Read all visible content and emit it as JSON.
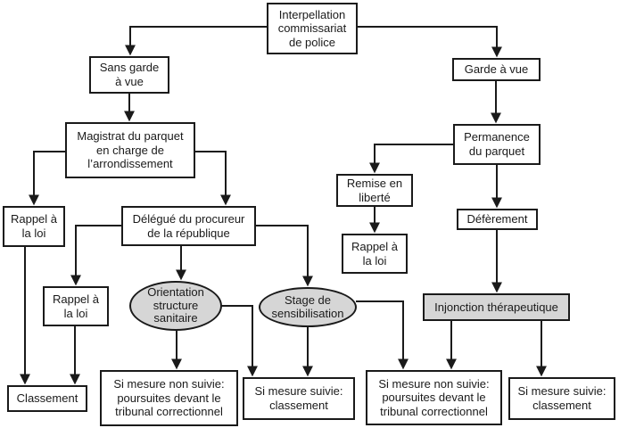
{
  "diagram": {
    "colors": {
      "border": "#1a1a1a",
      "gray_fill": "#d6d6d6",
      "background": "#ffffff"
    },
    "nodes": {
      "interpellation": {
        "label": "Interpellation\ncommissariat\nde police",
        "shape": "rect"
      },
      "sans_garde": {
        "label": "Sans garde\nà vue",
        "shape": "rect"
      },
      "garde_a_vue": {
        "label": "Garde à vue",
        "shape": "rect"
      },
      "magistrat": {
        "label": "Magistrat du parquet\nen charge de\nl’arrondissement",
        "shape": "rect"
      },
      "permanence": {
        "label": "Permanence\ndu parquet",
        "shape": "rect"
      },
      "rappel_loi_1": {
        "label": "Rappel à\nla loi",
        "shape": "rect"
      },
      "delegue": {
        "label": "Délégué du procureur\nde la république",
        "shape": "rect"
      },
      "remise_liberte": {
        "label": "Remise en\nliberté",
        "shape": "rect"
      },
      "deferement": {
        "label": "Défèrement",
        "shape": "rect"
      },
      "rappel_loi_2": {
        "label": "Rappel à\nla loi",
        "shape": "rect"
      },
      "rappel_loi_3": {
        "label": "Rappel à\nla loi",
        "shape": "rect"
      },
      "orientation": {
        "label": "Orientation\nstructure\nsanitaire",
        "shape": "ellipse-gray"
      },
      "stage": {
        "label": "Stage de\nsensibilisation",
        "shape": "ellipse-gray"
      },
      "injonction": {
        "label": "Injonction thérapeutique",
        "shape": "rect-gray"
      },
      "classement": {
        "label": "Classement",
        "shape": "rect"
      },
      "poursuites_1": {
        "label": "Si mesure non suivie:\npoursuites devant le\ntribunal correctionnel",
        "shape": "rect"
      },
      "classement_suivie_1": {
        "label": "Si mesure suivie:\nclassement",
        "shape": "rect"
      },
      "poursuites_2": {
        "label": "Si mesure non suivie:\npoursuites devant le\ntribunal correctionnel",
        "shape": "rect"
      },
      "classement_suivie_2": {
        "label": "Si mesure suivie:\nclassement",
        "shape": "rect"
      }
    },
    "edges": [
      {
        "from": "interpellation",
        "to": "sans_garde"
      },
      {
        "from": "interpellation",
        "to": "garde_a_vue"
      },
      {
        "from": "sans_garde",
        "to": "magistrat"
      },
      {
        "from": "garde_a_vue",
        "to": "permanence"
      },
      {
        "from": "magistrat",
        "to": "rappel_loi_1"
      },
      {
        "from": "magistrat",
        "to": "delegue"
      },
      {
        "from": "permanence",
        "to": "remise_liberte"
      },
      {
        "from": "permanence",
        "to": "deferement"
      },
      {
        "from": "remise_liberte",
        "to": "rappel_loi_3"
      },
      {
        "from": "deferement",
        "to": "injonction"
      },
      {
        "from": "delegue",
        "to": "rappel_loi_2"
      },
      {
        "from": "delegue",
        "to": "orientation"
      },
      {
        "from": "delegue",
        "to": "stage"
      },
      {
        "from": "rappel_loi_1",
        "to": "classement"
      },
      {
        "from": "rappel_loi_2",
        "to": "classement"
      },
      {
        "from": "orientation",
        "to": "poursuites_1"
      },
      {
        "from": "orientation",
        "to": "classement_suivie_1"
      },
      {
        "from": "stage",
        "to": "classement_suivie_1"
      },
      {
        "from": "stage",
        "to": "poursuites_2"
      },
      {
        "from": "injonction",
        "to": "poursuites_2"
      },
      {
        "from": "injonction",
        "to": "classement_suivie_2"
      }
    ]
  }
}
